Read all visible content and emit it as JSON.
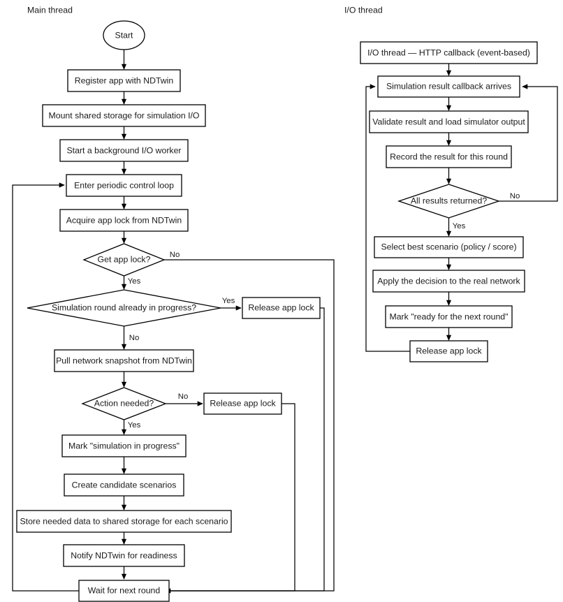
{
  "diagram": {
    "title_main_lane": "Main thread",
    "title_io_lane": "I/O thread",
    "background": "#ffffff",
    "stroke_color": "#000000",
    "text_color": "#1a1a1a"
  },
  "lanes": [
    {
      "id": "main",
      "label": "Main thread"
    },
    {
      "id": "io",
      "label": "I/O thread"
    }
  ],
  "nodes": {
    "start": "Start",
    "register": "Register app with NDTwin",
    "mount": "Mount shared storage for simulation I/O",
    "worker": "Start a background I/O worker",
    "loop": "Enter periodic control loop",
    "acquire": "Acquire app lock from NDTwin",
    "get_lock": "Get app lock?",
    "round_in_progress": "Simulation round already in progress?",
    "release_lock_1": "Release app lock",
    "pull_snapshot": "Pull network snapshot from NDTwin",
    "action_needed": "Action needed?",
    "release_lock_2": "Release app lock",
    "mark_in_progress": "Mark \"simulation in progress\"",
    "create_scenarios": "Create candidate scenarios",
    "store_data": "Store needed data to shared storage for each scenario",
    "notify": "Notify NDTwin for readiness",
    "wait_next": "Wait for next round",
    "io_header": "I/O thread — HTTP callback (event-based)",
    "callback_arrives": "Simulation result callback arrives",
    "validate": "Validate result and load simulator output",
    "record": "Record the result for this round",
    "all_returned": "All results returned?",
    "select_best": "Select best scenario (policy / score)",
    "apply_decision": "Apply the decision to the real network",
    "mark_ready": "Mark \"ready for the next round\"",
    "release_lock_3": "Release app lock"
  },
  "edge_labels": {
    "get_lock_no": "No",
    "get_lock_yes": "Yes",
    "round_yes": "Yes",
    "round_no": "No",
    "action_no": "No",
    "action_yes": "Yes",
    "all_returned_no": "No",
    "all_returned_yes": "Yes"
  }
}
